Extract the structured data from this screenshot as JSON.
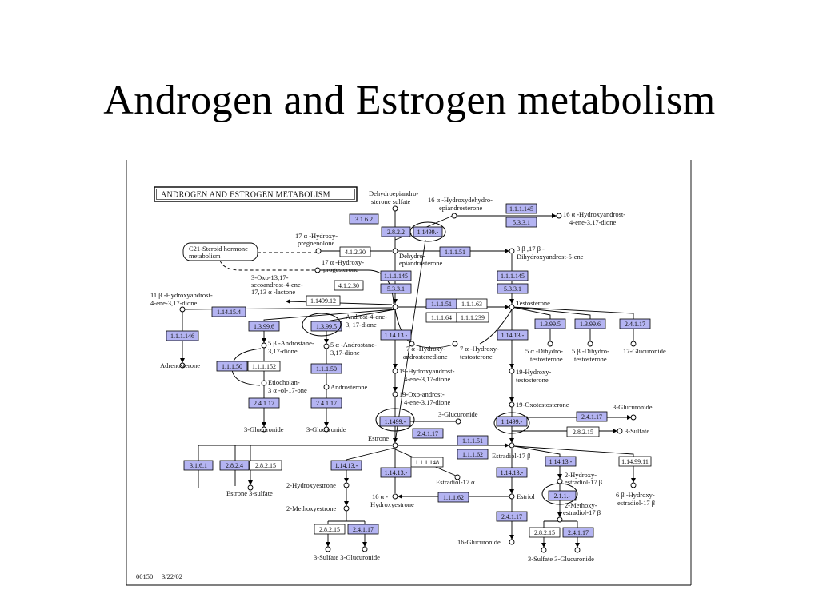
{
  "slide": {
    "title": "Androgen and Estrogen metabolism"
  },
  "diagram": {
    "map_title": "ANDROGEN AND ESTROGEN METABOLISM",
    "footer_code": "00150",
    "footer_date": "3/22/02",
    "colors": {
      "enzyme_fill": "#b4b4f2",
      "enzyme_plain": "#ffffff"
    },
    "compounds": [
      {
        "id": "dheas_1",
        "text": "Dehydroepiandro-"
      },
      {
        "id": "dheas_2",
        "text": "sterone sulfate"
      },
      {
        "id": "hdhea_1",
        "text": "16 α -Hydroxydehydro-"
      },
      {
        "id": "hdhea_2",
        "text": "epiandrosterone"
      },
      {
        "id": "hdione_1",
        "text": "16 α -Hydroxyandrost-"
      },
      {
        "id": "hdione_2",
        "text": "4-ene-3,17-dione"
      },
      {
        "id": "c21_1",
        "text": "C21-Steroid hormone"
      },
      {
        "id": "c21_2",
        "text": "metabolism"
      },
      {
        "id": "hpreg_1",
        "text": "17 α -Hydroxy-"
      },
      {
        "id": "hpreg_2",
        "text": "pregnenolone"
      },
      {
        "id": "hprog_1",
        "text": "17 α -Hydroxy-"
      },
      {
        "id": "hprog_2",
        "text": "progesterone"
      },
      {
        "id": "dhea_1",
        "text": "Dehydro-"
      },
      {
        "id": "dhea_2",
        "text": "epiandrosterone"
      },
      {
        "id": "diol_1",
        "text": "3 β ,17 β -"
      },
      {
        "id": "diol_2",
        "text": "Dihydroxyandrost-5-ene"
      },
      {
        "id": "oxo_1",
        "text": "3-Oxo-13,17-"
      },
      {
        "id": "oxo_2",
        "text": "secoandrost-4-ene-"
      },
      {
        "id": "oxo_3",
        "text": "17,13 α -lactone"
      },
      {
        "id": "h11_1",
        "text": "11 β -Hydroxyandrost-"
      },
      {
        "id": "h11_2",
        "text": "4-ene-3,17-dione"
      },
      {
        "id": "testo",
        "text": "Testosterone"
      },
      {
        "id": "adione_1",
        "text": "Androst-4-ene-"
      },
      {
        "id": "adione_2",
        "text": "3, 17-dione"
      },
      {
        "id": "b5_1",
        "text": "5 β -Androstane-"
      },
      {
        "id": "b5_2",
        "text": "3,17-dione"
      },
      {
        "id": "a5_1",
        "text": "5 α -Androstane-"
      },
      {
        "id": "a5_2",
        "text": "3,17-dione"
      },
      {
        "id": "h7a_1",
        "text": "7 α -Hydroxy-"
      },
      {
        "id": "h7a_2",
        "text": "androstenedione"
      },
      {
        "id": "h7t_1",
        "text": "7 α -Hydroxy-"
      },
      {
        "id": "h7t_2",
        "text": "testosterone"
      },
      {
        "id": "dht_1",
        "text": "5 α -Dihydro-"
      },
      {
        "id": "dht_2",
        "text": "testosterone"
      },
      {
        "id": "bdht_1",
        "text": "5 β -Dihydro-"
      },
      {
        "id": "bdht_2",
        "text": "testosterone"
      },
      {
        "id": "gluc17",
        "text": "17-Glucuronide"
      },
      {
        "id": "adreno",
        "text": "Adrenosterone"
      },
      {
        "id": "etio_1",
        "text": "Etiocholan-"
      },
      {
        "id": "etio_2",
        "text": "3 α -ol-17-one"
      },
      {
        "id": "andros",
        "text": "Androsterone"
      },
      {
        "id": "h19a_1",
        "text": "19-Hydroxyandrost-"
      },
      {
        "id": "h19a_2",
        "text": "4-ene-3,17-dione"
      },
      {
        "id": "o19a_1",
        "text": "19-Oxo-androst-"
      },
      {
        "id": "o19a_2",
        "text": "4-ene-3,17-dione"
      },
      {
        "id": "h19t_1",
        "text": "19-Hydroxy-"
      },
      {
        "id": "h19t_2",
        "text": "testosterone"
      },
      {
        "id": "o19t",
        "text": "19-Oxotestosterone"
      },
      {
        "id": "g3a",
        "text": "3-Glucuronide"
      },
      {
        "id": "g3b",
        "text": "3-Glucuronide"
      },
      {
        "id": "g3c",
        "text": "3-Glucuronide"
      },
      {
        "id": "g3d",
        "text": "3-Glucuronide"
      },
      {
        "id": "s3a",
        "text": "3-Sulfate"
      },
      {
        "id": "estrone",
        "text": "Estrone"
      },
      {
        "id": "estradiol",
        "text": "Estradiol-17 β"
      },
      {
        "id": "estradiol_a",
        "text": "Estradiol-17 α"
      },
      {
        "id": "estrone_s",
        "text": "Estrone 3-sulfate"
      },
      {
        "id": "hoe_1",
        "text": "2-Hydroxyestrone"
      },
      {
        "id": "moe_1",
        "text": "2-Methoxyestrone"
      },
      {
        "id": "h16_1",
        "text": "16 α -"
      },
      {
        "id": "h16_2",
        "text": "Hydroxyestrone"
      },
      {
        "id": "estriol",
        "text": "Estriol"
      },
      {
        "id": "g16",
        "text": "16-Glucuronide"
      },
      {
        "id": "hoed_1",
        "text": "2-Hydroxy-"
      },
      {
        "id": "hoed_2",
        "text": "estradiol-17 β"
      },
      {
        "id": "moed_1",
        "text": "2-Methoxy-"
      },
      {
        "id": "moed_2",
        "text": "estradiol-17 β"
      },
      {
        "id": "h6b_1",
        "text": "6 β -Hydroxy-"
      },
      {
        "id": "h6b_2",
        "text": "estradiol-17 β"
      },
      {
        "id": "sg_left",
        "text": "3-Sulfate 3-Glucuronide"
      },
      {
        "id": "sg_right",
        "text": "3-Sulfate 3-Glucuronide"
      }
    ],
    "enzymes": [
      {
        "id": "e1",
        "text": "3.1.6.2"
      },
      {
        "id": "e2",
        "text": "2.8.2.2"
      },
      {
        "id": "e3",
        "text": "1.1499.-"
      },
      {
        "id": "e4",
        "text": "1.1.1.145"
      },
      {
        "id": "e5",
        "text": "5.3.3.1"
      },
      {
        "id": "e6",
        "text": "4.1.2.30"
      },
      {
        "id": "e7",
        "text": "1.1.1.51"
      },
      {
        "id": "e8",
        "text": "1.1.1.145"
      },
      {
        "id": "e9",
        "text": "5.3.3.1"
      },
      {
        "id": "e10",
        "text": "1.1.1.145"
      },
      {
        "id": "e11",
        "text": "5.3.3.1"
      },
      {
        "id": "e12",
        "text": "4.1.2.30"
      },
      {
        "id": "e13",
        "text": "1.1499.12"
      },
      {
        "id": "e14",
        "text": "1.1.1.51"
      },
      {
        "id": "e15",
        "text": "1.1.1.63"
      },
      {
        "id": "e16",
        "text": "1.1.1.64"
      },
      {
        "id": "e17",
        "text": "1.1.1.239"
      },
      {
        "id": "e18",
        "text": "1.14.15.4"
      },
      {
        "id": "e19",
        "text": "1.3.99.6"
      },
      {
        "id": "e20",
        "text": "1.3.99.5"
      },
      {
        "id": "e21",
        "text": "1.1.1.146"
      },
      {
        "id": "e22",
        "text": "1.14.13.-"
      },
      {
        "id": "e23",
        "text": "1.14.13.-"
      },
      {
        "id": "e24",
        "text": "1.3.99.5"
      },
      {
        "id": "e25",
        "text": "1.3.99.6"
      },
      {
        "id": "e26",
        "text": "2.4.1.17"
      },
      {
        "id": "e27",
        "text": "1.1.1.50"
      },
      {
        "id": "e28",
        "text": "1.1.1.152"
      },
      {
        "id": "e29",
        "text": "1.1.1.50"
      },
      {
        "id": "e30",
        "text": "2.4.1.17"
      },
      {
        "id": "e31",
        "text": "2.4.1.17"
      },
      {
        "id": "e32",
        "text": "1.1499.-"
      },
      {
        "id": "e33",
        "text": "2.4.1.17"
      },
      {
        "id": "e34",
        "text": "1.1499.-"
      },
      {
        "id": "e35",
        "text": "2.4.1.17"
      },
      {
        "id": "e36",
        "text": "2.8.2.15"
      },
      {
        "id": "e37",
        "text": "1.1.1.51"
      },
      {
        "id": "e38",
        "text": "1.1.1.62"
      },
      {
        "id": "e39",
        "text": "3.1.6.1"
      },
      {
        "id": "e40",
        "text": "2.8.2.4"
      },
      {
        "id": "e41",
        "text": "2.8.2.15"
      },
      {
        "id": "e42",
        "text": "1.14.13.-"
      },
      {
        "id": "e43",
        "text": "1.1.1.148"
      },
      {
        "id": "e44",
        "text": "1.14.13.-"
      },
      {
        "id": "e45",
        "text": "1.14.13.-"
      },
      {
        "id": "e46",
        "text": "1.14.99.11"
      },
      {
        "id": "e47",
        "text": "1.14.13.-"
      },
      {
        "id": "e48",
        "text": "1.1.1.62"
      },
      {
        "id": "e49",
        "text": "2.1.1.-"
      },
      {
        "id": "e50",
        "text": "2.4.1.17"
      },
      {
        "id": "e51",
        "text": "2.8.2.15"
      },
      {
        "id": "e52",
        "text": "2.4.1.17"
      },
      {
        "id": "e53",
        "text": "2.8.2.15"
      },
      {
        "id": "e54",
        "text": "2.4.1.17"
      }
    ]
  }
}
